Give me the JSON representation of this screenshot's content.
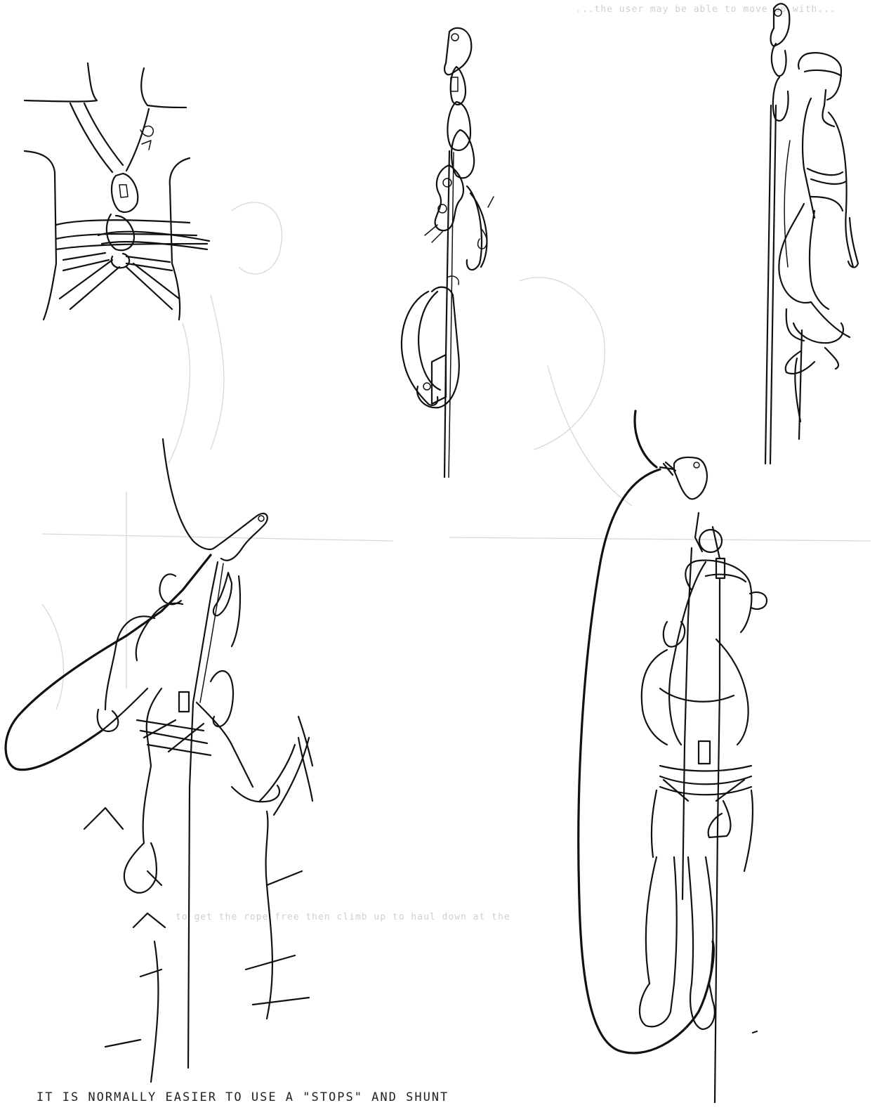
{
  "caption": "IT IS NORMALLY EASIER TO USE A \"STOPS\" AND SHUNT",
  "ghost_text": {
    "top_right": "...the user may be able to move up with...",
    "middle": "to get the rope free then climb up to haul down at the"
  },
  "illustrations": [
    {
      "id": "harness-chest-rig",
      "subject": "chest harness with crossed straps and ascender"
    },
    {
      "id": "rope-ascender-setup",
      "subject": "hanger, carabiners, descender and ascender on rope"
    },
    {
      "id": "climber-ascending",
      "subject": "climber ascending rope with helmet and foot loop"
    },
    {
      "id": "climber-on-rock",
      "subject": "climber on rock face with rope loop"
    },
    {
      "id": "climber-hanging",
      "subject": "climber hanging on rope with pulley and large rope loop"
    }
  ]
}
